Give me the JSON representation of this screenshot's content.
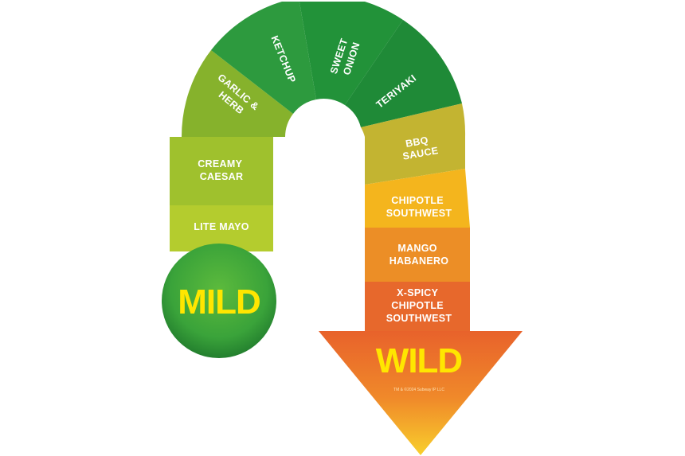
{
  "scale": {
    "segments": [
      {
        "label_lines": [
          "LITE MAYO"
        ],
        "color": "#b4cc2e"
      },
      {
        "label_lines": [
          "CREAMY",
          "CAESAR"
        ],
        "color": "#9fc12d"
      },
      {
        "label_lines": [
          "GARLIC &",
          "HERB"
        ],
        "color": "#86b22c"
      },
      {
        "label_lines": [
          "KETCHUP"
        ],
        "color": "#2d9a3e"
      },
      {
        "label_lines": [
          "SWEET",
          "ONION"
        ],
        "color": "#229239"
      },
      {
        "label_lines": [
          "TERIYAKI"
        ],
        "color": "#1f8a37"
      },
      {
        "label_lines": [
          "BBQ",
          "SAUCE"
        ],
        "color": "#c3b431"
      },
      {
        "label_lines": [
          "CHIPOTLE",
          "SOUTHWEST"
        ],
        "color": "#f4b51d"
      },
      {
        "label_lines": [
          "MANGO",
          "HABANERO"
        ],
        "color": "#ec8e26"
      },
      {
        "label_lines": [
          "X-SPICY",
          "CHIPOTLE",
          "SOUTHWEST"
        ],
        "color": "#e7682c"
      }
    ],
    "mild_label": "MILD",
    "wild_label": "WILD",
    "legal_text": "TM & ©2024 Subway IP LLC",
    "colors": {
      "mild_circle": "#3aa33a",
      "mild_text": "#ffe600",
      "arrow_top": "#e8622b",
      "arrow_bottom": "#f6c42a"
    }
  }
}
